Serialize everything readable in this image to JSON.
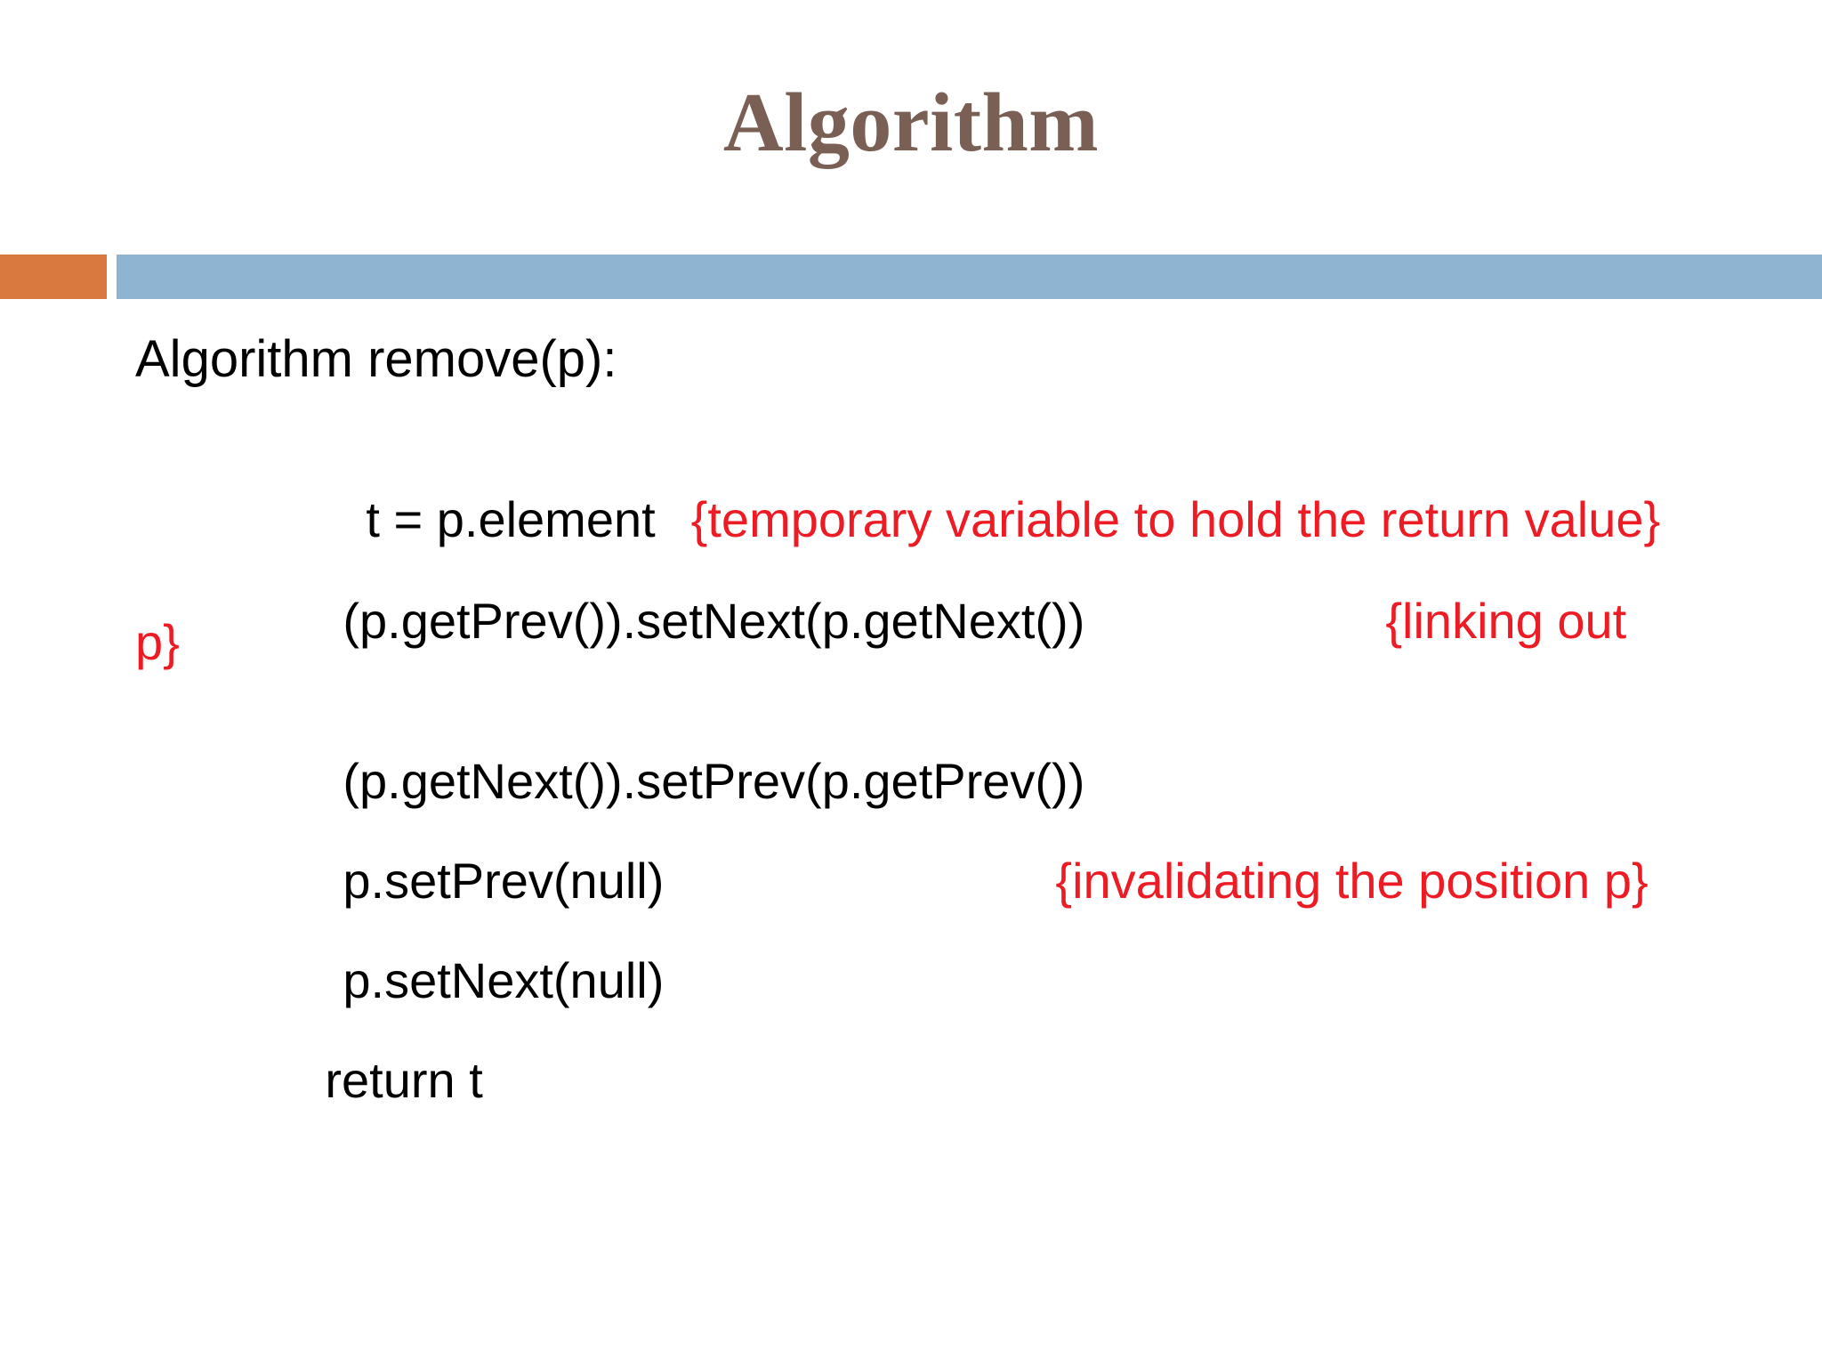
{
  "slide": {
    "title": "Algorithm",
    "title_color": "#7A5F54",
    "background_color": "#FFFFFF",
    "accent_bar_left_color": "#D9793F",
    "accent_bar_right_color": "#8FB4D1",
    "annotation_color": "#ED1C24",
    "body_text_color": "#000000"
  },
  "pseudocode": {
    "heading": "Algorithm remove(p):",
    "lines": [
      {
        "code": "t = p.element",
        "annotation": "{temporary variable to hold the return value}"
      },
      {
        "code": "(p.getPrev()).setNext(p.getNext())",
        "annotation": "{linking out",
        "annotation_wrap": "p}"
      },
      {
        "code": "(p.getNext()).setPrev(p.getPrev())",
        "annotation": ""
      },
      {
        "code": "p.setPrev(null)",
        "annotation": "{invalidating the position p}"
      },
      {
        "code": "p.setNext(null)",
        "annotation": ""
      },
      {
        "code": "return t",
        "annotation": ""
      }
    ]
  }
}
